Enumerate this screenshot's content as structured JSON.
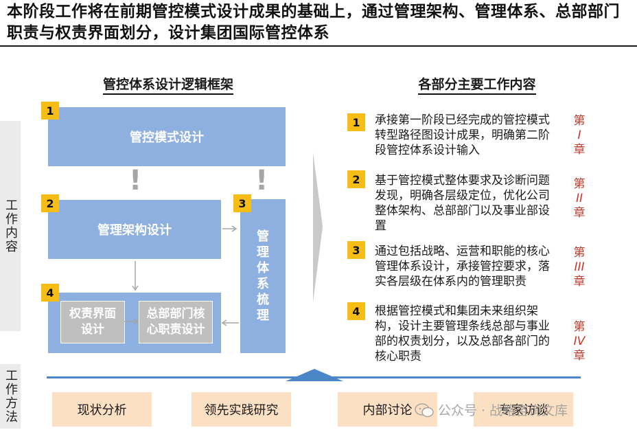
{
  "title": "本阶段工作将在前期管控模式设计成果的基础上，通过管理架构、管理体系、总部部门职责与权责界面划分，设计集团国际管控体系",
  "side_labels": {
    "work_content": "工作内容",
    "work_method": "工作方法"
  },
  "left": {
    "heading": "管控体系设计逻辑框架",
    "box1": {
      "num": "1",
      "label": "管控模式设计"
    },
    "box2": {
      "num": "2",
      "label": "管理架构设计"
    },
    "box3": {
      "num": "3",
      "label": "管理体系梳理"
    },
    "box4": {
      "num": "4",
      "sub1": "权责界面设计",
      "sub2": "总部部门核心职责设计"
    },
    "exclamation": "!"
  },
  "right": {
    "heading": "各部分主要工作内容",
    "items": [
      {
        "num": "1",
        "text": "承接第一阶段已经完成的管控模式转型路径图设计成果，明确第二阶段管控体系设计输入",
        "chapter": [
          "第",
          "I",
          "章"
        ]
      },
      {
        "num": "2",
        "text": "基于管控模式整体要求及诊断问题发现，明确各层级定位，优化公司整体架构、总部部门以及事业部设置",
        "chapter": [
          "第",
          "II",
          "章"
        ]
      },
      {
        "num": "3",
        "text": "通过包括战略、运营和职能的核心管理体系设计，承接管控要求，落实各层级在体系内的管理职责",
        "chapter": [
          "第",
          "III",
          "章"
        ]
      },
      {
        "num": "4",
        "text": "根据管控模式和集团未来组织架构，设计主要管理条线总部与事业部的权责划分，以及总部各部门的核心职责",
        "chapter": [
          "第",
          "IV",
          "章"
        ]
      }
    ]
  },
  "methods": [
    "现状分析",
    "领先实践研究",
    "内部讨论",
    "专家访谈"
  ],
  "watermark": "公众号 · 战略咨询文库",
  "colors": {
    "box_blue": "#8db0e0",
    "badge_yellow": "#f6bd16",
    "method_peach": "#fbe0c3",
    "chapter_red": "#c0392b",
    "base_blue": "#4a86c8"
  }
}
